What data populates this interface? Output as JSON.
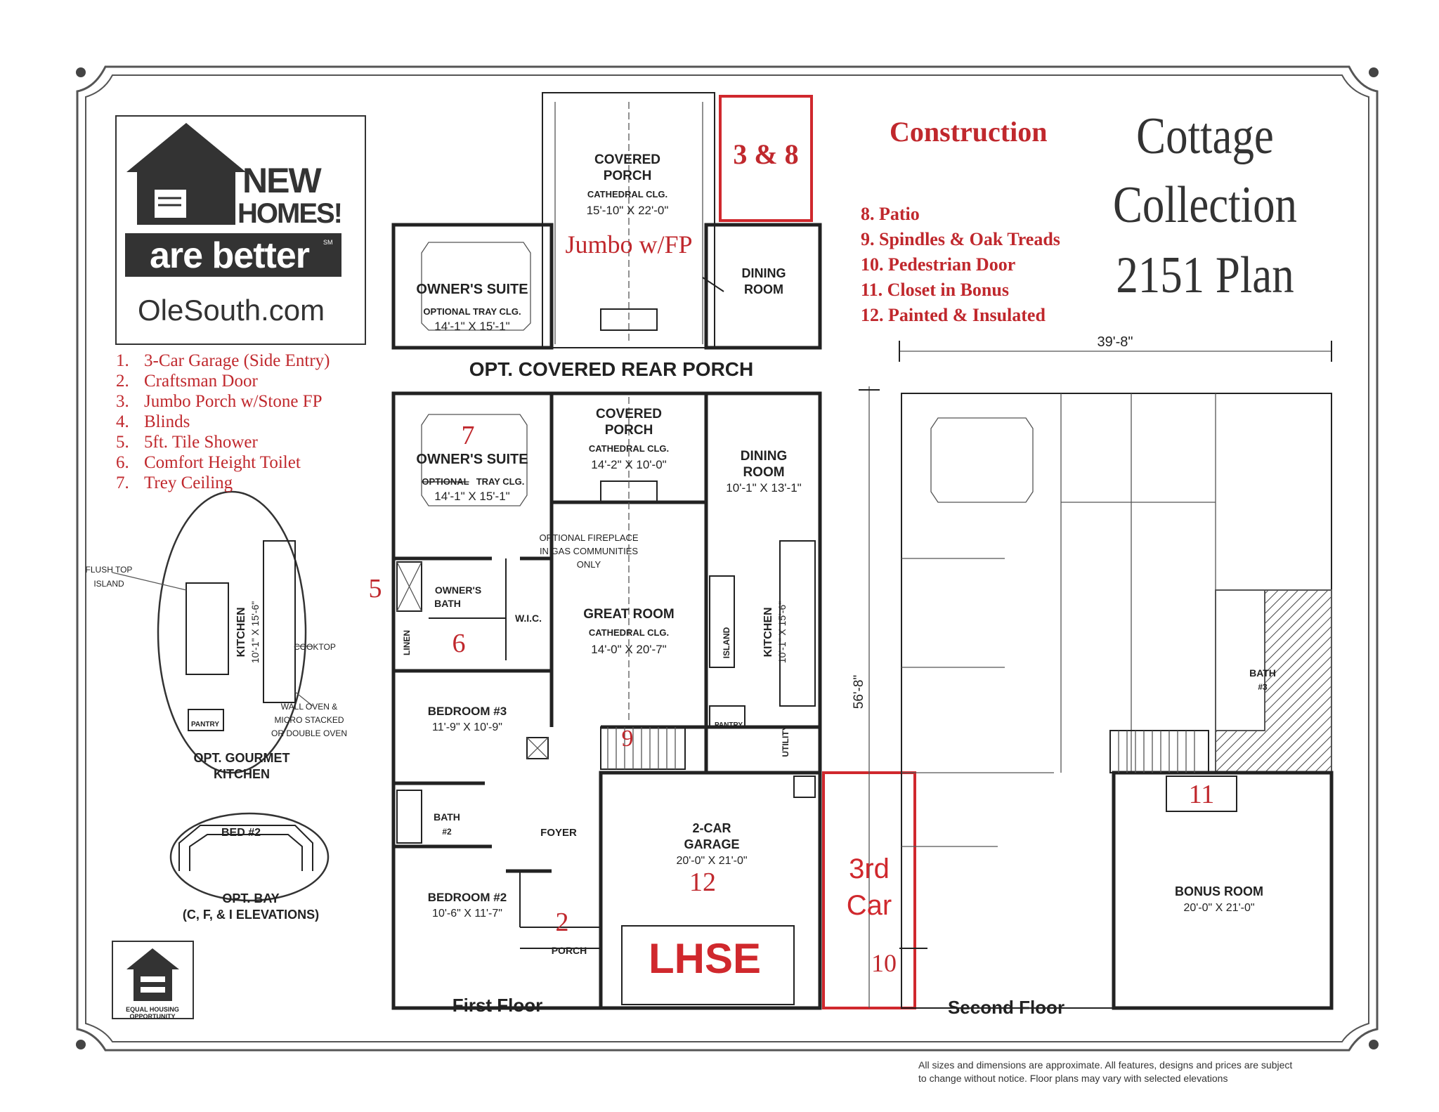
{
  "logo": {
    "line1": "NEW",
    "line2": "HOMES!",
    "tagline": "are better",
    "tm": "SM",
    "website": "OleSouth.com"
  },
  "title": {
    "line1": "Cottage",
    "line2": "Collection",
    "line3": "2151 Plan"
  },
  "construction": {
    "heading": "Construction",
    "items": [
      "8. Patio",
      "9. Spindles & Oak Treads",
      "10. Pedestrian Door",
      "11. Closet in Bonus",
      "12. Painted & Insulated"
    ]
  },
  "options": {
    "items": [
      {
        "num": "1.",
        "text": "3-Car Garage (Side Entry)"
      },
      {
        "num": "2.",
        "text": "Craftsman Door"
      },
      {
        "num": "3.",
        "text": "Jumbo Porch w/Stone FP"
      },
      {
        "num": "4.",
        "text": "Blinds"
      },
      {
        "num": "5.",
        "text": "5ft. Tile Shower"
      },
      {
        "num": "6.",
        "text": "Comfort Height Toilet"
      },
      {
        "num": "7.",
        "text": "Trey Ceiling"
      }
    ]
  },
  "annotations": {
    "box38": "3 & 8",
    "jumbo": "Jumbo w/FP",
    "n5": "5",
    "n6": "6",
    "n7": "7",
    "n9": "9",
    "n2": "2",
    "n12": "12",
    "n10": "10",
    "n11": "11",
    "lhse": "LHSE",
    "third1": "3rd",
    "third2": "Car"
  },
  "rear_porch_option": {
    "covered_porch": "COVERED",
    "covered_porch2": "PORCH",
    "cathedral": "CATHEDRAL CLG.",
    "size": "15'-10\" X 22'-0\"",
    "owners_suite": "OWNER'S SUITE",
    "tray": "OPTIONAL TRAY CLG.",
    "owners_size": "14'-1\" X 15'-1\"",
    "dining": "DINING",
    "dining2": "ROOM",
    "label": "OPT. COVERED REAR PORCH"
  },
  "first_floor": {
    "label": "First Floor",
    "owners_suite": "OWNER'S SUITE",
    "optional": "OPTIONAL",
    "tray": " TRAY CLG.",
    "owners_size": "14'-1\" X 15'-1\"",
    "covered_porch": "COVERED",
    "covered_porch2": "PORCH",
    "cathedral": "CATHEDRAL CLG.",
    "porch_size": "14'-2\" X 10'-0\"",
    "dining": "DINING",
    "dining2": "ROOM",
    "dining_size": "10'-1\" X 13'-1\"",
    "fireplace1": "OPTIONAL FIREPLACE",
    "fireplace2": "IN GAS COMMUNITIES",
    "fireplace3": "ONLY",
    "owners_bath": "OWNER'S",
    "owners_bath2": "BATH",
    "wic": "W.I.C.",
    "linen": "LINEN",
    "great_room": "GREAT ROOM",
    "great_cathedral": "CATHEDRAL CLG.",
    "great_size": "14'-0\" X 20'-7\"",
    "island": "ISLAND",
    "kitchen": "KITCHEN",
    "kitchen_size": "10'-1\" X 15'-6\"",
    "pantry": "PANTRY",
    "utility": "UTILITY",
    "bed3": "BEDROOM #3",
    "bed3_size": "11'-9\" X 10'-9\"",
    "bath2": "BATH",
    "bath2b": "#2",
    "foyer": "FOYER",
    "garage": "2-CAR",
    "garage2": "GARAGE",
    "garage_size": "20'-0\" X 21'-0\"",
    "bed2": "BEDROOM #2",
    "bed2_size": "10'-6\" X 11'-7\"",
    "porch": "PORCH",
    "depth": "56'-8\""
  },
  "second_floor": {
    "label": "Second Floor",
    "width": "39'-8\"",
    "bath3": "BATH",
    "bath3b": "#3",
    "bonus": "BONUS ROOM",
    "bonus_size": "20'-0\" X 21'-0\""
  },
  "gourmet": {
    "flush": "FLUSH TOP",
    "island": "ISLAND",
    "kitchen": "KITCHEN",
    "kitchen_size": "10'-1\" X 15'-6\"",
    "cooktop": "COOKTOP",
    "oven1": "WALL OVEN &",
    "oven2": "MICRO STACKED",
    "oven3": "OR DOUBLE OVEN",
    "pantry": "PANTRY",
    "label1": "OPT. GOURMET",
    "label2": "KITCHEN"
  },
  "bay": {
    "bed": "BED #2",
    "label1": "OPT. BAY",
    "label2": "(C, F, & I ELEVATIONS)"
  },
  "equal_housing": {
    "line1": "EQUAL HOUSING",
    "line2": "OPPORTUNITY"
  },
  "disclaimer": {
    "line1": "All sizes and dimensions are approximate. All features, designs and prices are subject",
    "line2": "to change without notice.  Floor plans may vary with selected elevations"
  },
  "colors": {
    "red": "#c0282d",
    "ink": "#222222"
  }
}
